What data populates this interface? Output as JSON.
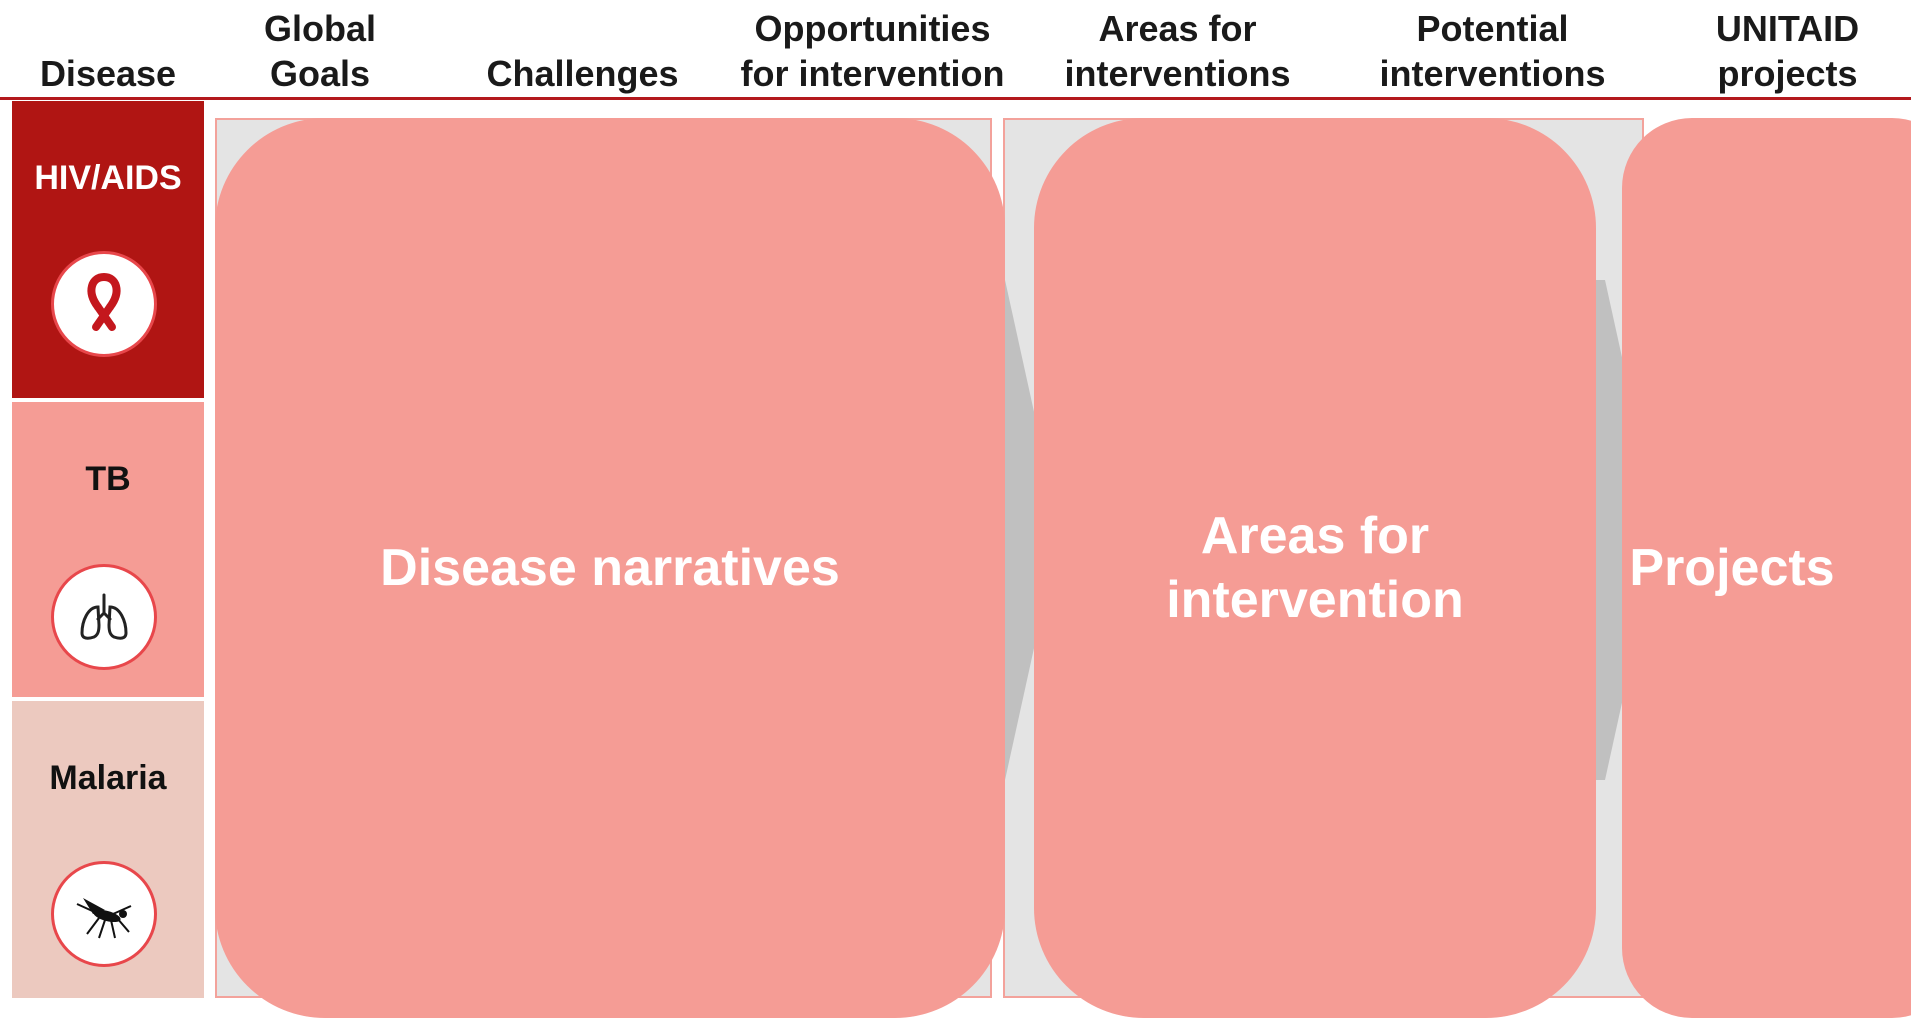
{
  "headers": [
    "Disease",
    "Global\nGoals",
    "Challenges",
    "Opportunities\nfor intervention",
    "Areas for\ninterventions",
    "Potential\ninterventions",
    "UNITAID\nprojects"
  ],
  "diseases": [
    {
      "name": "HIV/AIDS",
      "icon": "aids-ribbon-icon",
      "bg": "#b01513",
      "text_color": "#ffffff"
    },
    {
      "name": "TB",
      "icon": "lungs-icon",
      "bg": "#f59c95",
      "text_color": "#111111"
    },
    {
      "name": "Malaria",
      "icon": "mosquito-icon",
      "bg": "#ecc9bf",
      "text_color": "#111111"
    }
  ],
  "blocks": {
    "narratives": "Disease narratives",
    "areas": "Areas for\nintervention",
    "projects": "Projects"
  },
  "colors": {
    "accent": "#b3181d",
    "blob": "#f59c95",
    "panel": "#e4e4e4",
    "chevron": "#c0c0c0"
  }
}
